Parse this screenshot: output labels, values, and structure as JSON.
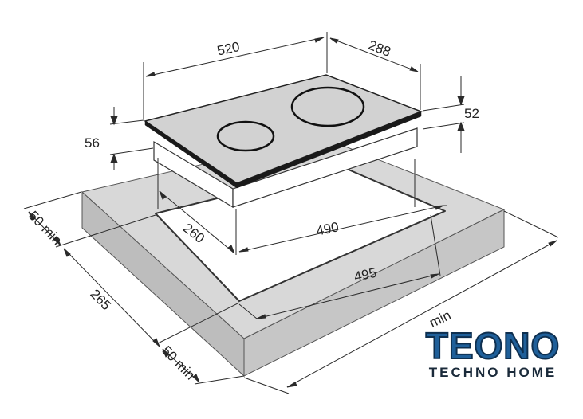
{
  "dimensions": {
    "width_top": "520",
    "depth_top": "288",
    "height_right": "52",
    "height_left": "56",
    "side_margin_top": "50 min",
    "depth_cutout": "265",
    "side_margin_bottom": "50 min",
    "cutout_depth_inner": "260",
    "cutout_width_inner": "490",
    "cutout_width": "495",
    "front_min": "min"
  },
  "logo": {
    "brand": "TEONO",
    "tagline": "TECHNO HOME"
  },
  "colors": {
    "worktop_side": "#c9c9c9",
    "worktop_top": "#dcdcdc",
    "hob_glass": "#cfcfcf",
    "hob_body": "#ffffff",
    "line": "#2a2a2a",
    "logo_blue": "#1f5f99"
  }
}
